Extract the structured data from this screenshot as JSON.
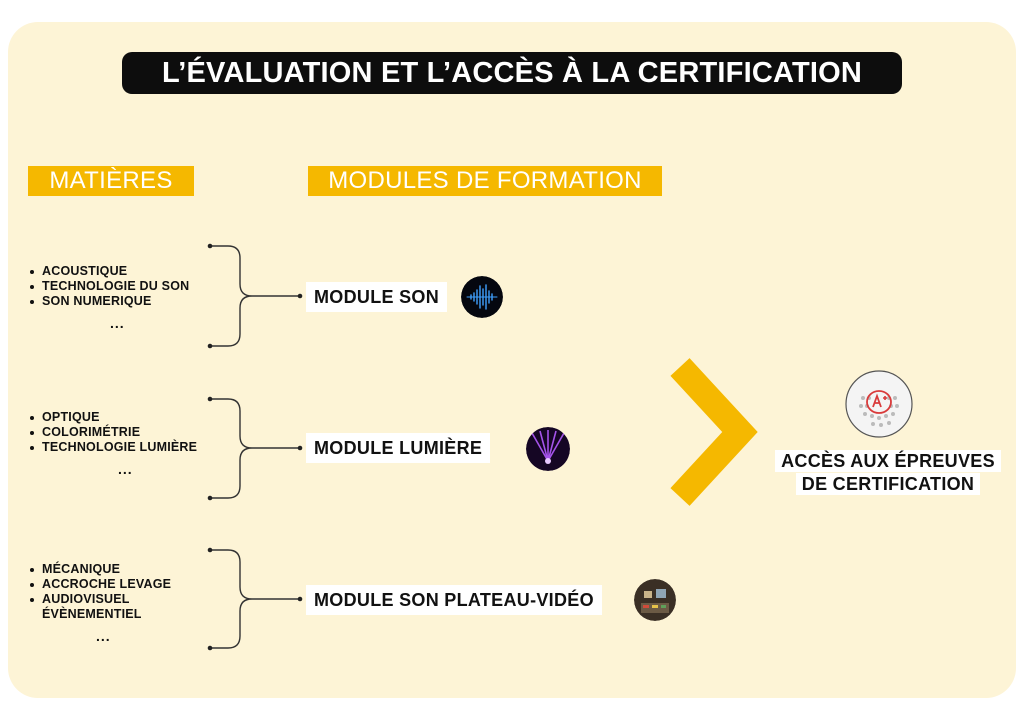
{
  "title": "L’ÉVALUATION ET L’ACCÈS À LA CERTIFICATION",
  "headers": {
    "subjects": "MATIÈRES",
    "modules": "MODULES DE FORMATION"
  },
  "groups": [
    {
      "subjects": [
        "ACOUSTIQUE",
        "TECHNOLOGIE DU SON",
        "SON NUMERIQUE"
      ],
      "ellipsis": "...",
      "module": "MODULE SON",
      "icon": "sound-wave-icon"
    },
    {
      "subjects": [
        "OPTIQUE",
        "COLORIMÉTRIE",
        "TECHNOLOGIE LUMIÈRE"
      ],
      "ellipsis": "...",
      "module": "MODULE LUMIÈRE",
      "icon": "stage-light-icon"
    },
    {
      "subjects": [
        "MÉCANIQUE",
        "ACCROCHE LEVAGE",
        "AUDIOVISUEL",
        "ÉVÈNEMENTIEL"
      ],
      "ellipsis": "...",
      "module": "MODULE SON PLATEAU-VIDÉO",
      "icon": "studio-desk-icon"
    }
  ],
  "result": {
    "line1": "ACCÈS AUX ÉPREUVES",
    "line2": "DE CERTIFICATION",
    "icon": "graded-exam-icon"
  },
  "colors": {
    "background": "#fdf4d6",
    "accent": "#f5b800",
    "title_bg": "#0d0d0d"
  }
}
